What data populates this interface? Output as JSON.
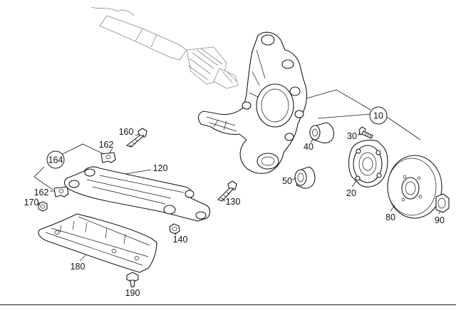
{
  "diagram": {
    "callouts": [
      {
        "id": "10",
        "label": "10"
      },
      {
        "id": "20",
        "label": "20"
      },
      {
        "id": "30",
        "label": "30"
      },
      {
        "id": "40",
        "label": "40"
      },
      {
        "id": "50",
        "label": "50"
      },
      {
        "id": "80",
        "label": "80"
      },
      {
        "id": "90",
        "label": "90"
      },
      {
        "id": "120",
        "label": "120"
      },
      {
        "id": "130",
        "label": "130"
      },
      {
        "id": "140",
        "label": "140"
      },
      {
        "id": "160",
        "label": "160"
      },
      {
        "id": "162a",
        "label": "162"
      },
      {
        "id": "162b",
        "label": "162"
      },
      {
        "id": "164",
        "label": "164"
      },
      {
        "id": "170",
        "label": "170"
      },
      {
        "id": "180",
        "label": "180"
      },
      {
        "id": "190",
        "label": "190"
      }
    ]
  }
}
